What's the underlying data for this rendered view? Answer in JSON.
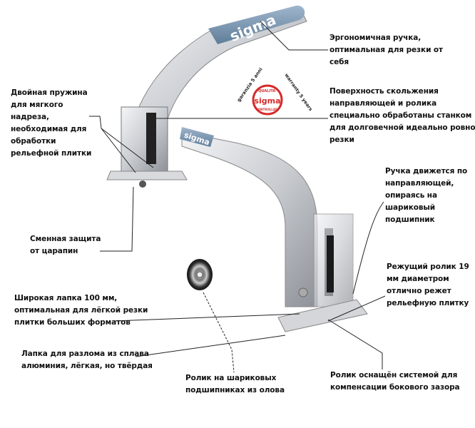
{
  "seal": {
    "ring_left": "garanzia 5 anni",
    "ring_right": "warranty 5 years",
    "top": "QUALITA'",
    "brand": "sigma",
    "bottom": "CONTROLLATA",
    "red": "#d62a2a"
  },
  "handle_brand": "sigma",
  "annotations": {
    "ergonomic_handle": "Эргономичная ручка,\nоптимальная для резки от\nсебя",
    "sliding_surface": "Поверхность скольжения\nнаправляющей и ролика\nспециально обработаны станком\nдля долговечной идеально ровной\nрезки",
    "double_spring": "Двойная пружина\nдля мягкого\nнадреза,\nнеобходимая для\nобработки\nрельефной плитки",
    "scratch_guard": "Сменная защита\nот царапин",
    "ball_bearing_handle": "Ручка движется по\nнаправляющей,\nопираясь на\nшариковый\nподшипник",
    "cutting_wheel": "Режущий ролик 19\nмм диаметром\nотлично режет\nрельефную плитку",
    "wide_foot": "Широкая лапка 100 мм,\nоптимальная для лёгкой резки\nплитки больших форматов",
    "breaking_foot": "Лапка для разлома из сплава\nалюминия, лёгкая, но твёрдая",
    "wheel_bearings": "Ролик на шариковых\nподшипниках из олова",
    "gap_compensation": "Ролик оснащён системой для\nкомпенсации бокового зазора"
  }
}
